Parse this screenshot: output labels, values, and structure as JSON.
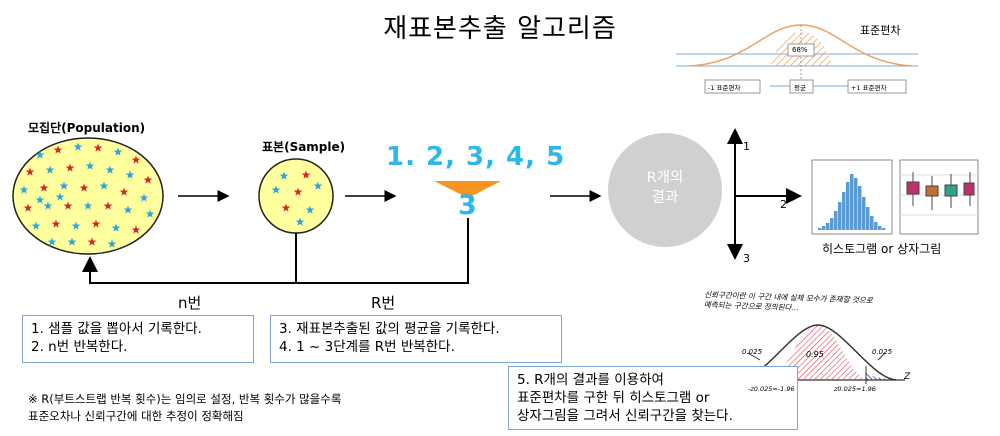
{
  "title": "재표본추출 알고리즘",
  "population": {
    "label": "모집단(Population)"
  },
  "sample": {
    "label": "표본(Sample)"
  },
  "numbers": {
    "sequence": "1. 2, 3, 4, 5",
    "chosen": "3"
  },
  "result_circle": {
    "line1": "R개의",
    "line2": "결과"
  },
  "branches": {
    "top": "1",
    "middle": "2",
    "bottom": "3"
  },
  "plot_caption": "히스토그램 or 상자그림",
  "normal_curve": {
    "title": "표준편차",
    "pct": "68%",
    "left": "-1 표준편차",
    "center": "평균",
    "right": "+1 표준편차"
  },
  "loop_labels": {
    "n": "n번",
    "r": "R번"
  },
  "step_box_1": {
    "line1": "1. 샘플 값을 뽑아서 기록한다.",
    "line2": "2. n번 반복한다."
  },
  "step_box_2": {
    "line1": "3. 재표본추출된 값의 평균을 기록한다.",
    "line2": "4. 1 ~ 3단계를 R번 반복한다."
  },
  "step_box_3": {
    "line1": "5. R개의 결과를 이용하여",
    "line2": "표준편차를 구한 뒤 히스토그램 or",
    "line3": "상자그림을 그려서 신뢰구간을 찾는다."
  },
  "footnote": {
    "line1": "※ R(부트스트랩 반복 횟수)는 임의로 설정, 반복 횟수가 많을수록",
    "line2": "표준오차나 신뢰구간에 대한 추정이 정확해짐"
  },
  "handwritten": {
    "line1": "신뢰구간이란 이 구간 내에 실제 모수가 존재할 것으로",
    "line2": "예측되는 구간으로 정의된다...",
    "left_tail": "0.025",
    "center": "0.95",
    "right_tail": "0.025",
    "z_left": "-z0.025=-1.96",
    "z_right": "z0.025=1.96",
    "z_axis": "Z"
  },
  "colors": {
    "ellipse_fill": "#ffff9e",
    "star_red": "#d8262e",
    "star_blue": "#2aa7df",
    "cyan_text": "#2bb8ea",
    "orange_arrow": "#f7941d",
    "circle_gray": "#d0d0d0",
    "box_border": "#7fa7d6",
    "hist_blue": "#5b9bd5"
  }
}
